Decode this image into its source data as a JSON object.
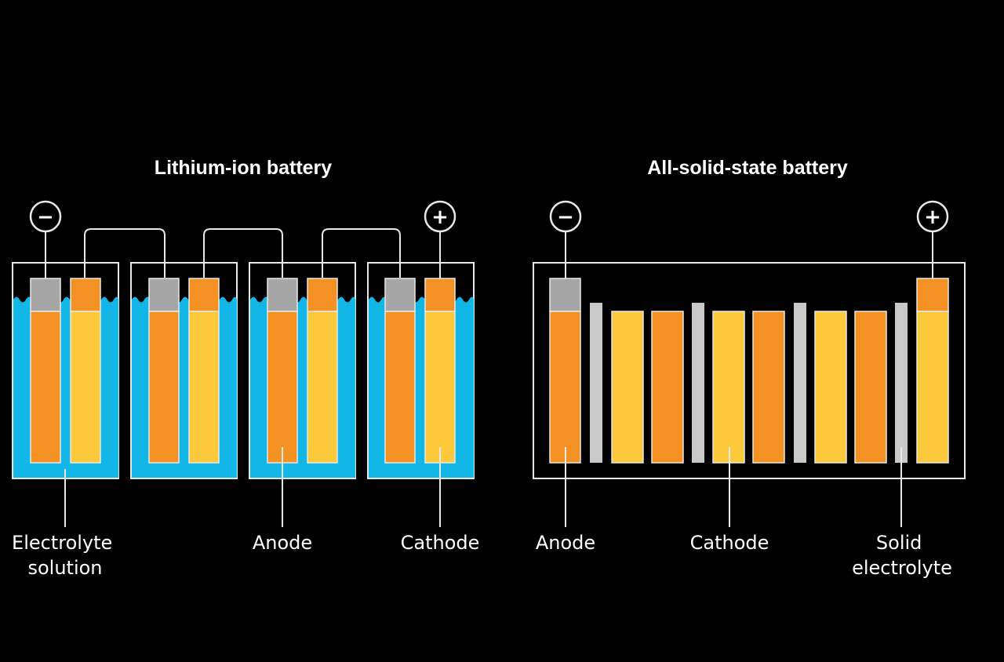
{
  "colors": {
    "background": "#000000",
    "electrolyte": "#12b7e8",
    "anode": "#f39222",
    "cathode": "#fcc93a",
    "collector": "#a6a6a6",
    "solid_electrolyte": "#c9c9c9",
    "line": "#e8e8e8"
  },
  "lithium_ion": {
    "title": "Lithium-ion battery",
    "negative_symbol": "−",
    "positive_symbol": "+",
    "labels": {
      "electrolyte_line1": "Electrolyte",
      "electrolyte_line2": "solution",
      "anode": "Anode",
      "cathode": "Cathode"
    }
  },
  "solid_state": {
    "title": "All-solid-state battery",
    "negative_symbol": "−",
    "positive_symbol": "+",
    "labels": {
      "anode": "Anode",
      "cathode": "Cathode",
      "solid_line1": "Solid",
      "solid_line2": "electrolyte"
    }
  },
  "icons": {
    "negative": "minus-circle-icon",
    "positive": "plus-circle-icon"
  }
}
